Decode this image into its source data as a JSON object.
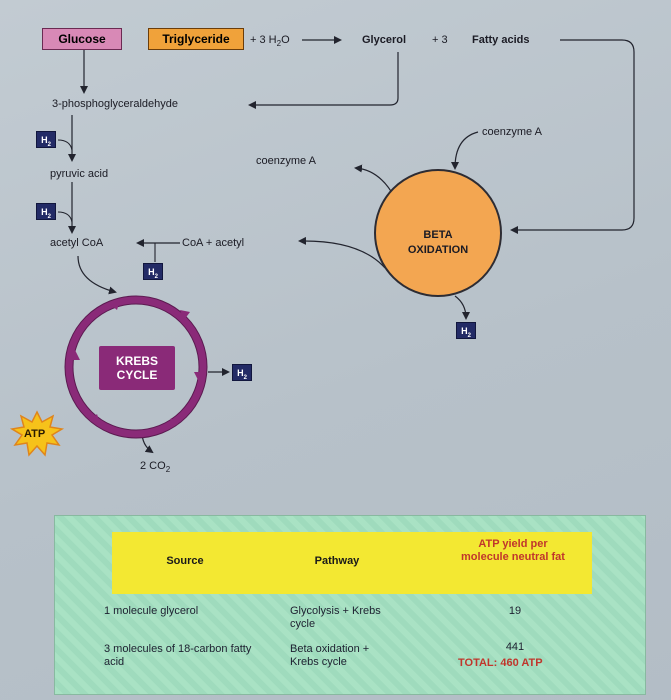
{
  "diagram": {
    "glucose": "Glucose",
    "triglyceride": "Triglyceride",
    "plus_3_water": "+ 3 H",
    "water_sub": "2",
    "water_o": "O",
    "glycerol": "Glycerol",
    "plus_3": "+ 3",
    "fatty_acids": "Fatty acids",
    "pgal": "3-phosphoglyceraldehyde",
    "pyruvic_acid": "pyruvic acid",
    "acetyl_coa": "acetyl CoA",
    "coa_plus_acetyl": "CoA + acetyl",
    "coenzyme_a_in": "coenzyme A",
    "coenzyme_a_out": "coenzyme A",
    "beta_line1": "BETA",
    "beta_line2": "OXIDATION",
    "krebs_line1": "KREBS",
    "krebs_line2": "CYCLE",
    "atp": "ATP",
    "co2": "2 CO",
    "co2_sub": "2",
    "h2_letter": "H",
    "h2_sub": "2"
  },
  "table": {
    "headers": {
      "source": "Source",
      "pathway": "Pathway",
      "atp_yield": "ATP yield per molecule neutral fat"
    },
    "rows": [
      {
        "source": "1 molecule glycerol",
        "pathway": "Glycolysis + Krebs cycle",
        "atp": "19"
      },
      {
        "source": "3 molecules of 18-carbon fatty acid",
        "pathway": "Beta oxidation + Krebs cycle",
        "atp": "441"
      }
    ],
    "total": "TOTAL: 460 ATP"
  },
  "colors": {
    "glucose_box": "#d889b6",
    "triglyceride_box": "#f0a23a",
    "beta_circle": "#f3a651",
    "krebs_ring": "#8a2a78",
    "h2_box": "#232b66",
    "table_header": "#f3e832",
    "table_panel": "#a9e2c4",
    "total_text": "#c0362c",
    "atp_star": "#f6c21a"
  }
}
